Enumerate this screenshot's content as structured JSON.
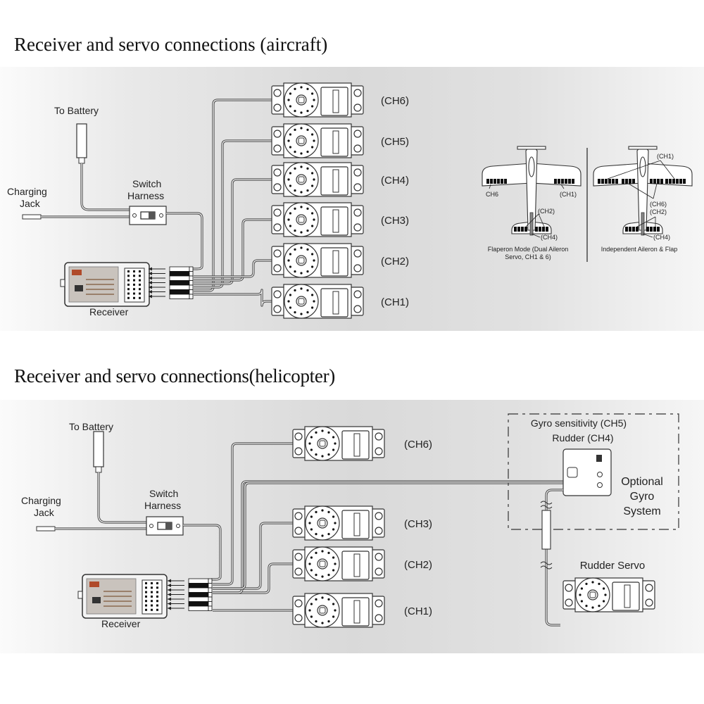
{
  "aircraft": {
    "heading": "Receiver and servo connections (aircraft)",
    "to_battery": "To Battery",
    "charging_jack": [
      "Charging",
      "Jack"
    ],
    "switch_harness": [
      "Switch",
      "Harness"
    ],
    "receiver": "Receiver",
    "servos": [
      "(CH6)",
      "(CH5)",
      "(CH4)",
      "(CH3)",
      "(CH2)",
      "(CH1)"
    ],
    "plane_left": {
      "labels": {
        "left_aileron": "CH6",
        "right_aileron": "(CH1)",
        "elevator": "(CH2)",
        "rudder": "(CH4)"
      },
      "caption": [
        "Flaperon Mode (Dual Aileron",
        "Servo, CH1 & 6)"
      ]
    },
    "plane_right": {
      "labels": {
        "aileron": "(CH1)",
        "flap": "(CH6)",
        "elevator": "(CH2)",
        "rudder": "(CH4)"
      },
      "caption": [
        "Independent Aileron & Flap"
      ]
    }
  },
  "helicopter": {
    "heading": "Receiver and servo connections(helicopter)",
    "to_battery": "To Battery",
    "charging_jack": [
      "Charging",
      "Jack"
    ],
    "switch_harness": [
      "Switch",
      "Harness"
    ],
    "receiver": "Receiver",
    "servos": [
      "(CH6)",
      "(CH3)",
      "(CH2)",
      "(CH1)"
    ],
    "gyro": {
      "title": [
        "Gyro sensitivity (CH5)",
        "Rudder (CH4)"
      ],
      "optional": [
        "Optional",
        "Gyro",
        "System"
      ],
      "rudder_servo": "Rudder Servo"
    }
  }
}
